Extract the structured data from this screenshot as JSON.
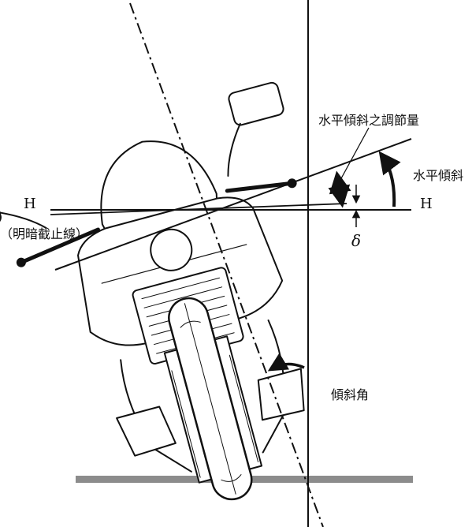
{
  "labels": {
    "left_h": "H",
    "right_h": "H",
    "cutoff_line": "（明暗截止線）",
    "adjustment_amount": "水平傾斜之調節量",
    "horizontal_tilt": "水平傾斜",
    "delta": "δ",
    "lean_angle": "傾斜角"
  },
  "colors": {
    "ink": "#111111",
    "ground": "#8c8c8c",
    "background": "#ffffff"
  }
}
